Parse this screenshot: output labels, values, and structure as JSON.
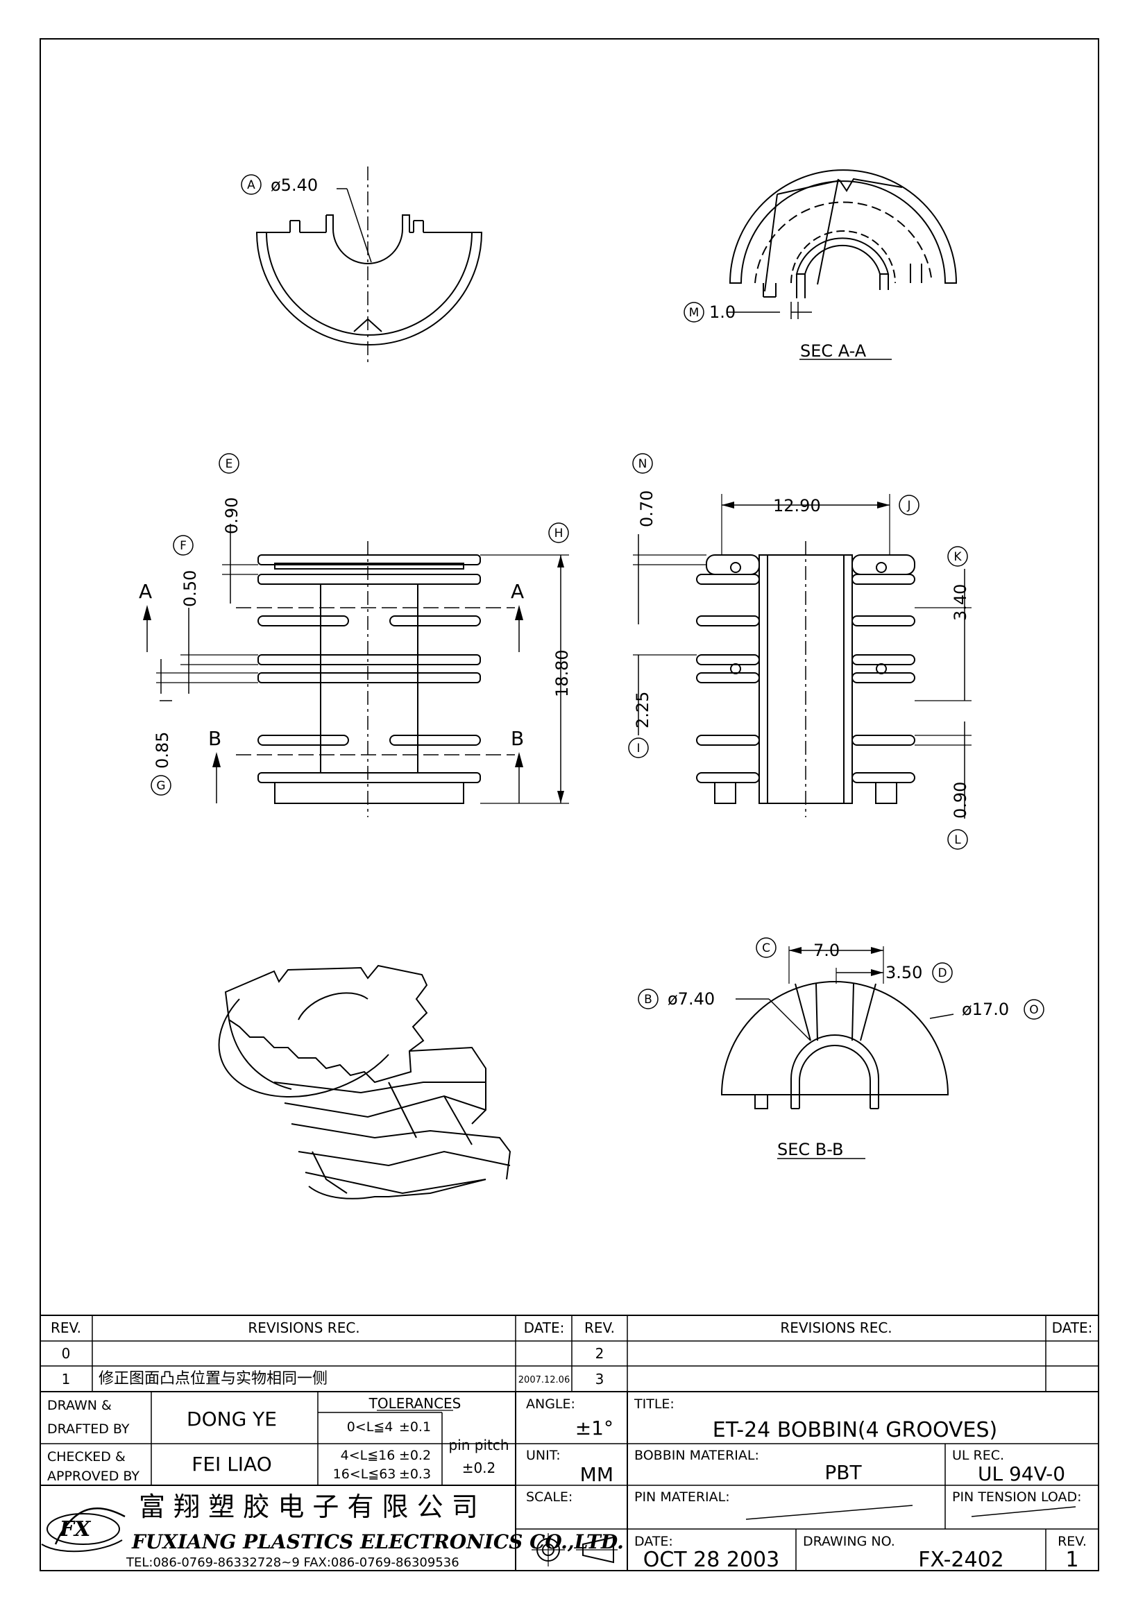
{
  "views": {
    "top": {
      "balloon": "A",
      "dim": "ø5.40"
    },
    "sec_a": {
      "title": "SEC A-A",
      "balloon": "M",
      "dim": "1.0"
    },
    "front": {
      "E": {
        "balloon": "E",
        "dim": "0.90"
      },
      "F": {
        "balloon": "F",
        "dim": "0.50"
      },
      "G": {
        "balloon": "G",
        "dim": "0.85"
      },
      "H": {
        "balloon": "H",
        "dim": "18.80"
      },
      "section_a": "A",
      "section_b": "B"
    },
    "side": {
      "N": {
        "balloon": "N",
        "dim": "0.70"
      },
      "J": {
        "balloon": "J",
        "dim": "12.90"
      },
      "K": {
        "balloon": "K",
        "dim": "3.40"
      },
      "I": {
        "balloon": "I",
        "dim": "2.25"
      },
      "L": {
        "balloon": "L",
        "dim": "0.90"
      }
    },
    "sec_b": {
      "title": "SEC B-B",
      "C": {
        "balloon": "C",
        "dim": "7.0"
      },
      "D": {
        "balloon": "D",
        "dim": "3.50"
      },
      "B": {
        "balloon": "B",
        "dim": "ø7.40"
      },
      "O": {
        "balloon": "O",
        "dim": "ø17.0"
      }
    }
  },
  "revisions": {
    "h_rev": "REV.",
    "h_rec": "REVISIONS   REC.",
    "h_date": "DATE:",
    "left": [
      {
        "rev": "0",
        "rec": "",
        "date": ""
      },
      {
        "rev": "1",
        "rec": "修正图面凸点位置与实物相同一侧",
        "date": "2007.12.06"
      }
    ],
    "right": [
      {
        "rev": "2",
        "rec": "",
        "date": ""
      },
      {
        "rev": "3",
        "rec": "",
        "date": ""
      }
    ]
  },
  "titleblock": {
    "drawn_label1": "DRAWN &",
    "drawn_label2": "DRAFTED BY",
    "drawn_by": "DONG YE",
    "checked_label1": "CHECKED &",
    "checked_label2": "APPROVED BY",
    "checked_by": "FEI LIAO",
    "tol_title": "TOLERANCES",
    "tol": [
      {
        "range": "0<L≦4",
        "tol": "±0.1"
      },
      {
        "range": "4<L≦16",
        "tol": "±0.2"
      },
      {
        "range": "16<L≦63",
        "tol": "±0.3"
      }
    ],
    "pin_pitch_label": "pin pitch",
    "pin_pitch": "±0.2",
    "angle_label": "ANGLE:",
    "angle": "±1°",
    "unit_label": "UNIT:",
    "unit": "MM",
    "scale_label": "SCALE:",
    "title_label": "TITLE:",
    "title": "ET-24 BOBBIN(4 GROOVES)",
    "bobbin_mat_label": "BOBBIN MATERIAL:",
    "bobbin_mat": "PBT",
    "ul_label": "UL REC.",
    "ul": "UL 94V-0",
    "pin_mat_label": "PIN MATERIAL:",
    "pin_tension_label": "PIN TENSION LOAD:",
    "date_label": "DATE:",
    "date": "OCT 28 2003",
    "dwg_label": "DRAWING NO.",
    "dwg": "FX-2402",
    "rev_label": "REV.",
    "rev": "1",
    "company_cn": "富 翔 塑 胶 电 子 有 限 公 司",
    "company_en": "FUXIANG PLASTICS ELECTRONICS CO.,LTD.",
    "contact": "TEL:086-0769-86332728~9  FAX:086-0769-86309536",
    "logo": "FX"
  }
}
